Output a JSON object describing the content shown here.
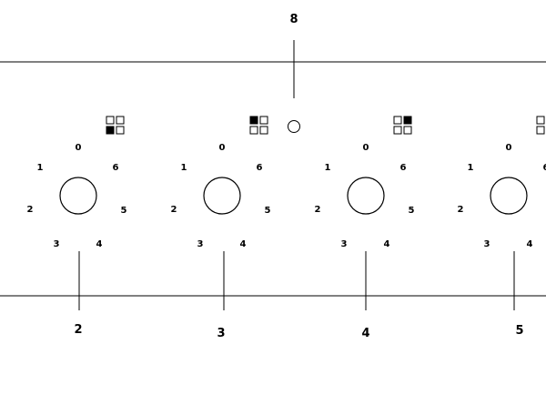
{
  "reference_labels": {
    "top": "8",
    "panels": [
      "2",
      "3",
      "4",
      "5"
    ]
  },
  "dial_positions": [
    "0",
    "1",
    "2",
    "3",
    "4",
    "5",
    "6"
  ],
  "panels": [
    {
      "ref": "2",
      "indicator_filled": [
        false,
        false,
        true,
        false
      ]
    },
    {
      "ref": "3",
      "indicator_filled": [
        true,
        false,
        false,
        false
      ]
    },
    {
      "ref": "4",
      "indicator_filled": [
        false,
        true,
        false,
        false
      ]
    },
    {
      "ref": "5",
      "indicator_filled": [
        false,
        false,
        false,
        false
      ]
    }
  ],
  "colors": {
    "line": "#000000",
    "background": "#ffffff"
  }
}
